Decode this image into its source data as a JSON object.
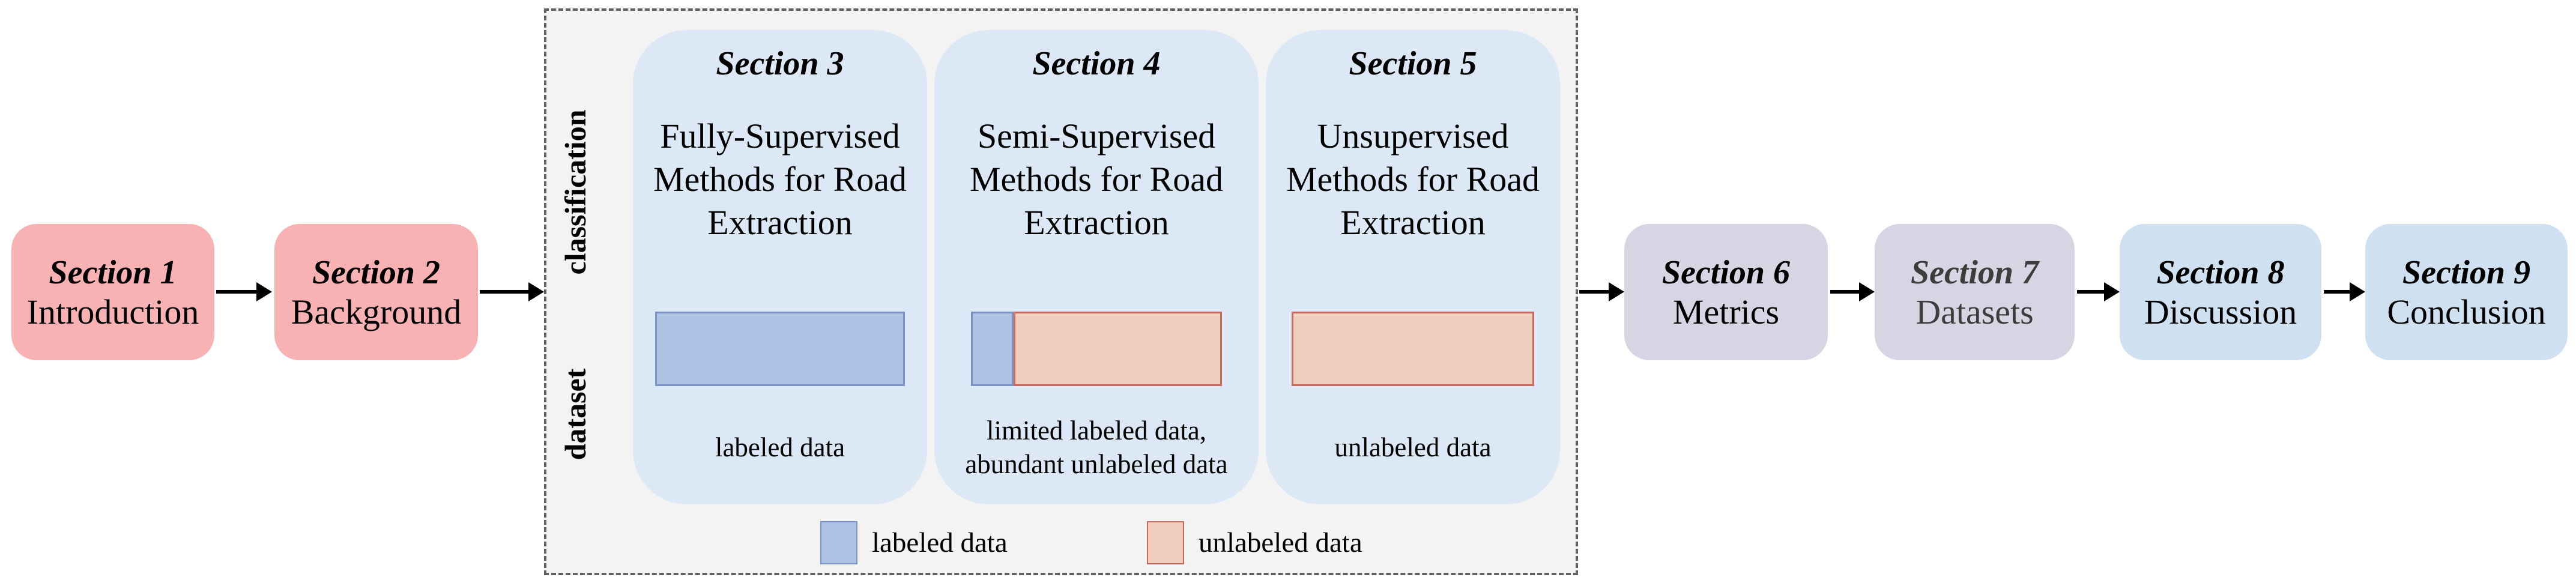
{
  "colors": {
    "pink_box": "#f9b2b4",
    "panel_bg": "#f3f3f3",
    "panel_border": "#616161",
    "card_blue": "#dce8f5",
    "lavender_box": "#d7d5e3",
    "blue_box": "#cfe0f0",
    "labeled_fill": "#aec3e4",
    "labeled_border": "#7b93c5",
    "unlabeled_fill": "#f0cdbd",
    "unlabeled_border": "#c4695f",
    "arrow_color": "#000000",
    "section7_text": "#3d3d3d"
  },
  "left_nodes": [
    {
      "title": "Section 1",
      "label": "Introduction"
    },
    {
      "title": "Section 2",
      "label": "Background"
    }
  ],
  "panel": {
    "row_labels": {
      "top": "classification",
      "bottom": "dataset"
    },
    "sections": [
      {
        "title": "Section 3",
        "lines": [
          "Fully-Supervised",
          "Methods for Road",
          "Extraction"
        ],
        "caption_lines": [
          "labeled data"
        ],
        "bar": {
          "labeled_pct": 100,
          "unlabeled_pct": 0
        }
      },
      {
        "title": "Section 4",
        "lines": [
          "Semi-Supervised",
          "Methods for Road",
          "Extraction"
        ],
        "caption_lines": [
          "limited labeled data,",
          "abundant unlabeled data"
        ],
        "bar": {
          "labeled_pct": 17,
          "unlabeled_pct": 83
        }
      },
      {
        "title": "Section 5",
        "lines": [
          "Unsupervised",
          "Methods for Road",
          "Extraction"
        ],
        "caption_lines": [
          "unlabeled data"
        ],
        "bar": {
          "labeled_pct": 0,
          "unlabeled_pct": 100
        }
      }
    ],
    "legend": [
      {
        "label": "labeled data"
      },
      {
        "label": "unlabeled data"
      }
    ]
  },
  "right_nodes": [
    {
      "title": "Section 6",
      "label": "Metrics"
    },
    {
      "title": "Section 7",
      "label": "Datasets"
    },
    {
      "title": "Section 8",
      "label": "Discussion"
    },
    {
      "title": "Section 9",
      "label": "Conclusion"
    }
  ]
}
